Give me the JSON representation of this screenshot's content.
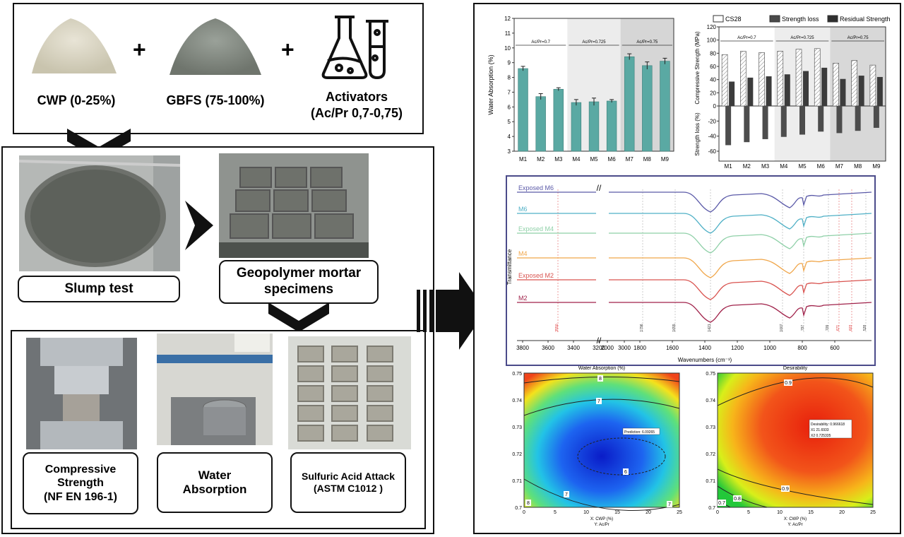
{
  "materials": {
    "cwp": "CWP (0-25%)",
    "gbfs": "GBFS (75-100%)",
    "activators": "Activators\n(Ac/Pr 0,7-0,75)",
    "plus": "+"
  },
  "steps": {
    "slump": "Slump test",
    "specimens": "Geopolymer mortar\nspecimens"
  },
  "tests": {
    "compressive": "Compressive\nStrength\n(NF EN 196-1)",
    "water": "Water\nAbsorption",
    "acid": "Sulfuric Acid Attack\n(ASTM C1012 )"
  },
  "water_chart": {
    "ylabel": "Water Absorption (%)",
    "groups": [
      "Ac/Pr=0.7",
      "Ac/Pr=0.725",
      "Ac/Pr=0.75"
    ],
    "categories": [
      "M1",
      "M2",
      "M3",
      "M4",
      "M5",
      "M6",
      "M7",
      "M8",
      "M9"
    ],
    "values": [
      8.6,
      6.7,
      7.2,
      6.3,
      6.35,
      6.4,
      9.4,
      8.8,
      9.1
    ],
    "errors": [
      0.15,
      0.2,
      0.1,
      0.2,
      0.25,
      0.1,
      0.2,
      0.25,
      0.2
    ],
    "ylim": [
      3,
      12
    ],
    "yticks": [
      "3",
      "4",
      "5",
      "6",
      "7",
      "8",
      "9",
      "10",
      "11",
      "12"
    ],
    "bar_color": "#5aa9a3"
  },
  "strength_chart": {
    "legend": [
      "CS28",
      "Strength loss",
      "Residual Strength"
    ],
    "ylabel_top": "Compressive Strength (MPa)",
    "ylabel_bottom": "Strength loss (%)",
    "groups": [
      "Ac/Pr=0.7",
      "Ac/Pr=0.725",
      "Ac/Pr=0.75"
    ],
    "categories": [
      "M1",
      "M2",
      "M3",
      "M4",
      "M5",
      "M6",
      "M7",
      "M8",
      "M9"
    ],
    "cs28": [
      78,
      83,
      81,
      83,
      86,
      87,
      65,
      69,
      62
    ],
    "residual": [
      37,
      43,
      45,
      48,
      53,
      58,
      41,
      46,
      44
    ],
    "loss": [
      -52,
      -48,
      -44,
      -41,
      -38,
      -34,
      -36,
      -33,
      -29
    ],
    "yticks_top": [
      "0",
      "20",
      "40",
      "60",
      "80",
      "100",
      "120"
    ],
    "yticks_bottom": [
      "-60",
      "-40",
      "-20",
      "0"
    ]
  },
  "ftir": {
    "ylabel": "Transmittance",
    "xlabel": "Wavenumbers (cm⁻¹)",
    "series": [
      "Exposed M6",
      "M6",
      "Exposed M4",
      "M4",
      "Exposed M2",
      "M2"
    ],
    "colors": [
      "#5b5aa8",
      "#4fb0c6",
      "#8fd0a8",
      "#f0a64a",
      "#d9534f",
      "#a0224a"
    ],
    "xticks": [
      "3800",
      "3600",
      "3400",
      "3200",
      "3000",
      "2000",
      "1800",
      "1600",
      "1400",
      "1200",
      "1000",
      "800",
      "600"
    ],
    "peaks": [
      "3550",
      "1796",
      "1655",
      "1421",
      "1007",
      "797",
      "709",
      "671",
      "603",
      "528"
    ]
  },
  "contour_water": {
    "title": "Water Absorption (%)",
    "xlabel": "X: CWP (%)",
    "ylabel2": "Y: Ac/Pr",
    "yticks": [
      "0.75",
      "0.74",
      "0.73",
      "0.72",
      "0.71",
      "0.7"
    ],
    "xticks": [
      "0",
      "5",
      "10",
      "15",
      "20",
      "25"
    ],
    "contour_labels": [
      "8",
      "7",
      "6",
      "7",
      "7",
      "8"
    ],
    "prediction": "Prediction: 6.09265"
  },
  "contour_desire": {
    "title": "Desirability",
    "xlabel": "X: CWP (%)",
    "ylabel2": "Y: Ac/Pr",
    "yticks": [
      "0.75",
      "0.74",
      "0.73",
      "0.72",
      "0.71",
      "0.7"
    ],
    "xticks": [
      "0",
      "5",
      "10",
      "15",
      "20",
      "25"
    ],
    "contour_labels": [
      "0.9",
      "0.9",
      "0.8",
      "0.7"
    ],
    "box": [
      "Desirability: 0.966618",
      "X1  21.6933",
      "X2  0.725335"
    ]
  }
}
